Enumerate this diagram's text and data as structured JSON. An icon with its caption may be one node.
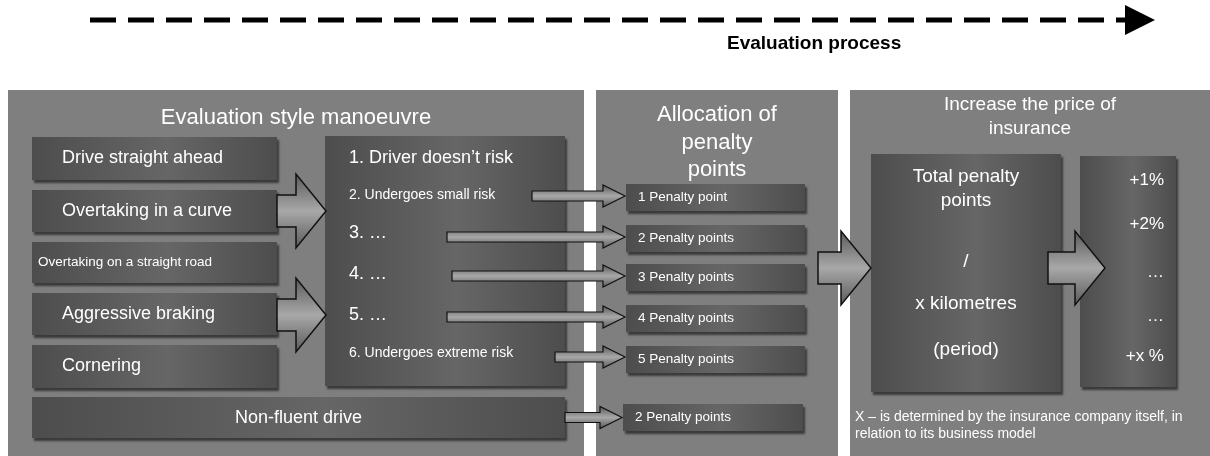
{
  "diagram": {
    "nodes": [
      {
        "text": [
          "Evaluation style manoeuvre"
        ]
      },
      {
        "text": [
          "Drive straight ahead"
        ],
        "in": 0
      },
      {
        "text": [
          "Overtaking in a curve"
        ],
        "in": 0
      },
      {
        "text": [
          "Overtaking on a straight road"
        ],
        "in": 0
      },
      {
        "text": [
          "Aggressive braking"
        ],
        "in": 0
      },
      {
        "text": [
          "Cornering"
        ],
        "in": 0
      },
      {
        "text": [],
        "shape": "box",
        "in": 0
      },
      {
        "text": [
          "1. Driver doesn’t risk"
        ],
        "in": 6
      },
      {
        "text": [
          "2.  Undergoes small risk"
        ],
        "in": 6
      },
      {
        "text": [
          "3. …"
        ],
        "in": 6
      },
      {
        "text": [
          "4. …"
        ],
        "in": 6
      },
      {
        "text": [
          "5. …"
        ],
        "in": 6
      },
      {
        "text": [
          "6.  Undergoes extreme risk"
        ],
        "in": 6
      },
      {
        "text": [
          "Non-fluent drive"
        ],
        "in": 0
      },
      {
        "text": [
          "Allocation of penalty points"
        ]
      },
      {
        "text": [
          "1 Penalty point"
        ],
        "in": 14
      },
      {
        "text": [
          "2 Penalty points"
        ],
        "in": 14
      },
      {
        "text": [
          "3 Penalty points"
        ],
        "in": 14
      },
      {
        "text": [
          "4 Penalty points"
        ],
        "in": 14
      },
      {
        "text": [
          "5 Penalty points"
        ],
        "in": 14
      },
      {
        "text": [
          "2 Penalty points"
        ],
        "in": 14
      },
      {
        "text": [
          "Increase the price of insurance",
          "X – is determined by the insurance company itself, in relation to its business model"
        ]
      },
      {
        "text": [
          "Total penalty points",
          "/",
          "x kilometres",
          "(period)"
        ],
        "in": 21
      },
      {
        "text": [
          "+1%",
          "+2%",
          "…",
          "…",
          "+x %"
        ],
        "in": 21
      }
    ],
    "edges": [
      {
        "from": 2,
        "to": 6,
        "arrow": "to",
        "style": "thick"
      },
      {
        "from": 4,
        "to": 6,
        "arrow": "to",
        "style": "thick"
      },
      {
        "from": 8,
        "to": 15,
        "arrow": "to"
      },
      {
        "from": 9,
        "to": 16,
        "arrow": "to"
      },
      {
        "from": 10,
        "to": 17,
        "arrow": "to"
      },
      {
        "from": 11,
        "to": 18,
        "arrow": "to"
      },
      {
        "from": 12,
        "to": 19,
        "arrow": "to"
      },
      {
        "from": 13,
        "to": 20,
        "arrow": "to"
      },
      {
        "from": 14,
        "to": 22,
        "arrow": "to",
        "style": "thick"
      },
      {
        "from": 22,
        "to": 23,
        "arrow": "to",
        "style": "thick"
      }
    ],
    "labels": [
      "Evaluation process"
    ]
  }
}
